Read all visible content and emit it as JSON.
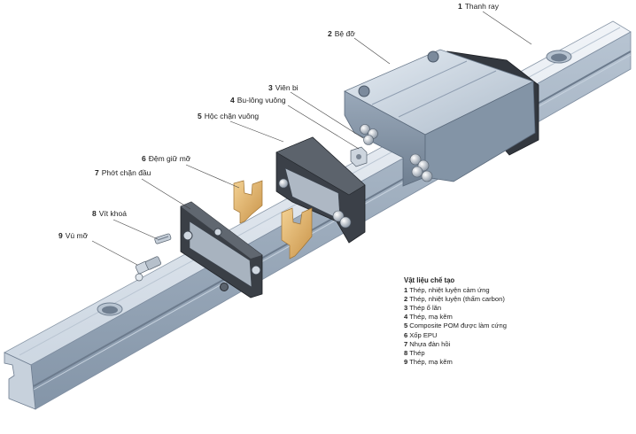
{
  "parts": [
    {
      "num": "1",
      "name": "Thanh ray"
    },
    {
      "num": "2",
      "name": "Bệ đỡ"
    },
    {
      "num": "3",
      "name": "Viên bi"
    },
    {
      "num": "4",
      "name": "Bu-lông vuông"
    },
    {
      "num": "5",
      "name": "Hộc chặn vuông"
    },
    {
      "num": "6",
      "name": "Đệm giữ mỡ"
    },
    {
      "num": "7",
      "name": "Phớt chặn đầu"
    },
    {
      "num": "8",
      "name": "Vít khoá"
    },
    {
      "num": "9",
      "name": "Vú mỡ"
    }
  ],
  "legend": {
    "title": "Vật liệu chế tạo",
    "items": [
      {
        "num": "1",
        "text": "Thép, nhiệt luyện cảm ứng"
      },
      {
        "num": "2",
        "text": "Thép, nhiệt luyện (thấm carbon)"
      },
      {
        "num": "3",
        "text": "Thép ổ lăn"
      },
      {
        "num": "4",
        "text": "Thép, mạ kẽm"
      },
      {
        "num": "5",
        "text": "Composite POM được làm cứng"
      },
      {
        "num": "6",
        "text": "Xốp EPU"
      },
      {
        "num": "7",
        "text": "Nhựa đàn hồi"
      },
      {
        "num": "8",
        "text": "Thép"
      },
      {
        "num": "9",
        "text": "Thép, mạ kẽm"
      }
    ]
  },
  "colors": {
    "rail_top": "#dfe6ee",
    "rail_side": "#9fb0c2",
    "block_top": "#cfd9e4",
    "block_dark": "#3a3f46",
    "wiper_orange": "#e3b66a",
    "leader": "#444444"
  }
}
